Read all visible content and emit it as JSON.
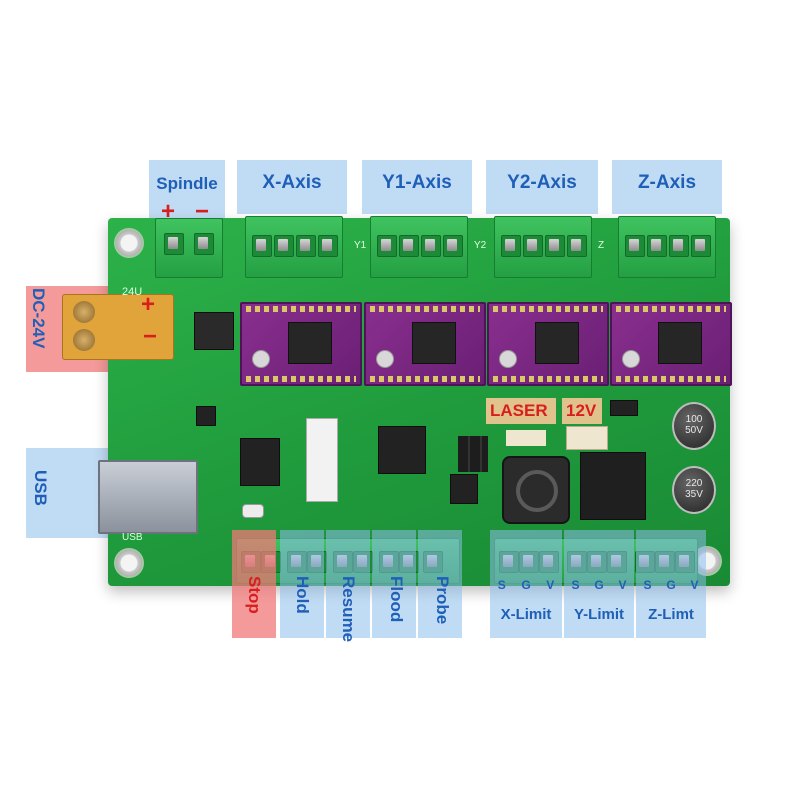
{
  "top_labels": {
    "spindle": "Spindle",
    "spindle_plus": "+",
    "spindle_minus": "−",
    "x_axis": "X-Axis",
    "y1_axis": "Y1-Axis",
    "y2_axis": "Y2-Axis",
    "z_axis": "Z-Axis"
  },
  "side_labels": {
    "power": "DC-24V",
    "power_plus": "+",
    "power_minus": "−",
    "usb": "USB"
  },
  "board_labels": {
    "laser": "LASER",
    "volt": "12V"
  },
  "bottom_labels": {
    "stop": "Stop",
    "hold": "Hold",
    "resume": "Resume",
    "flood": "Flood",
    "probe": "Probe",
    "x_limit": "X-Limit",
    "y_limit": "Y-Limit",
    "z_limit": "Z-Limt",
    "pin_s": "S",
    "pin_g": "G",
    "pin_v": "V"
  },
  "silkscreen": {
    "y1": "Y1",
    "y2": "Y2",
    "z": "Z",
    "v24": "24U",
    "usb": "USB",
    "cap_a": "100\n50V",
    "cap_b": "220\n35V"
  },
  "colors": {
    "pcb": "#1f9a3c",
    "driver": "#7a2882",
    "label_blue": "#8cbeeb",
    "label_red": "#f07878",
    "text_blue": "#1f5fb8",
    "text_red": "#d91e1e"
  }
}
